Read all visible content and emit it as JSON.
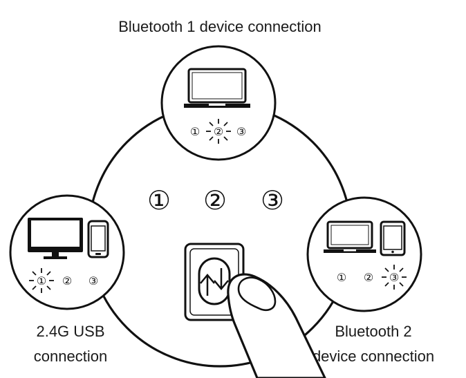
{
  "labels": {
    "top": "Bluetooth 1 device connection",
    "left_line1": "2.4G USB",
    "left_line2": "connection",
    "right_line1": "Bluetooth 2",
    "right_line2": "device connection"
  },
  "main_channels": [
    "①",
    "②",
    "③"
  ],
  "bubbles": {
    "top": {
      "channels": [
        "①",
        "②",
        "③"
      ],
      "active": "②",
      "devices": [
        "laptop-icon"
      ]
    },
    "left": {
      "channels": [
        "①",
        "②",
        "③"
      ],
      "active": "①",
      "devices": [
        "monitor-icon",
        "phone-icon"
      ]
    },
    "right": {
      "channels": [
        "①",
        "②",
        "③"
      ],
      "active": "③",
      "devices": [
        "laptop-icon",
        "tablet-icon"
      ]
    }
  },
  "colors": {
    "stroke": "#111111",
    "background": "#ffffff"
  }
}
